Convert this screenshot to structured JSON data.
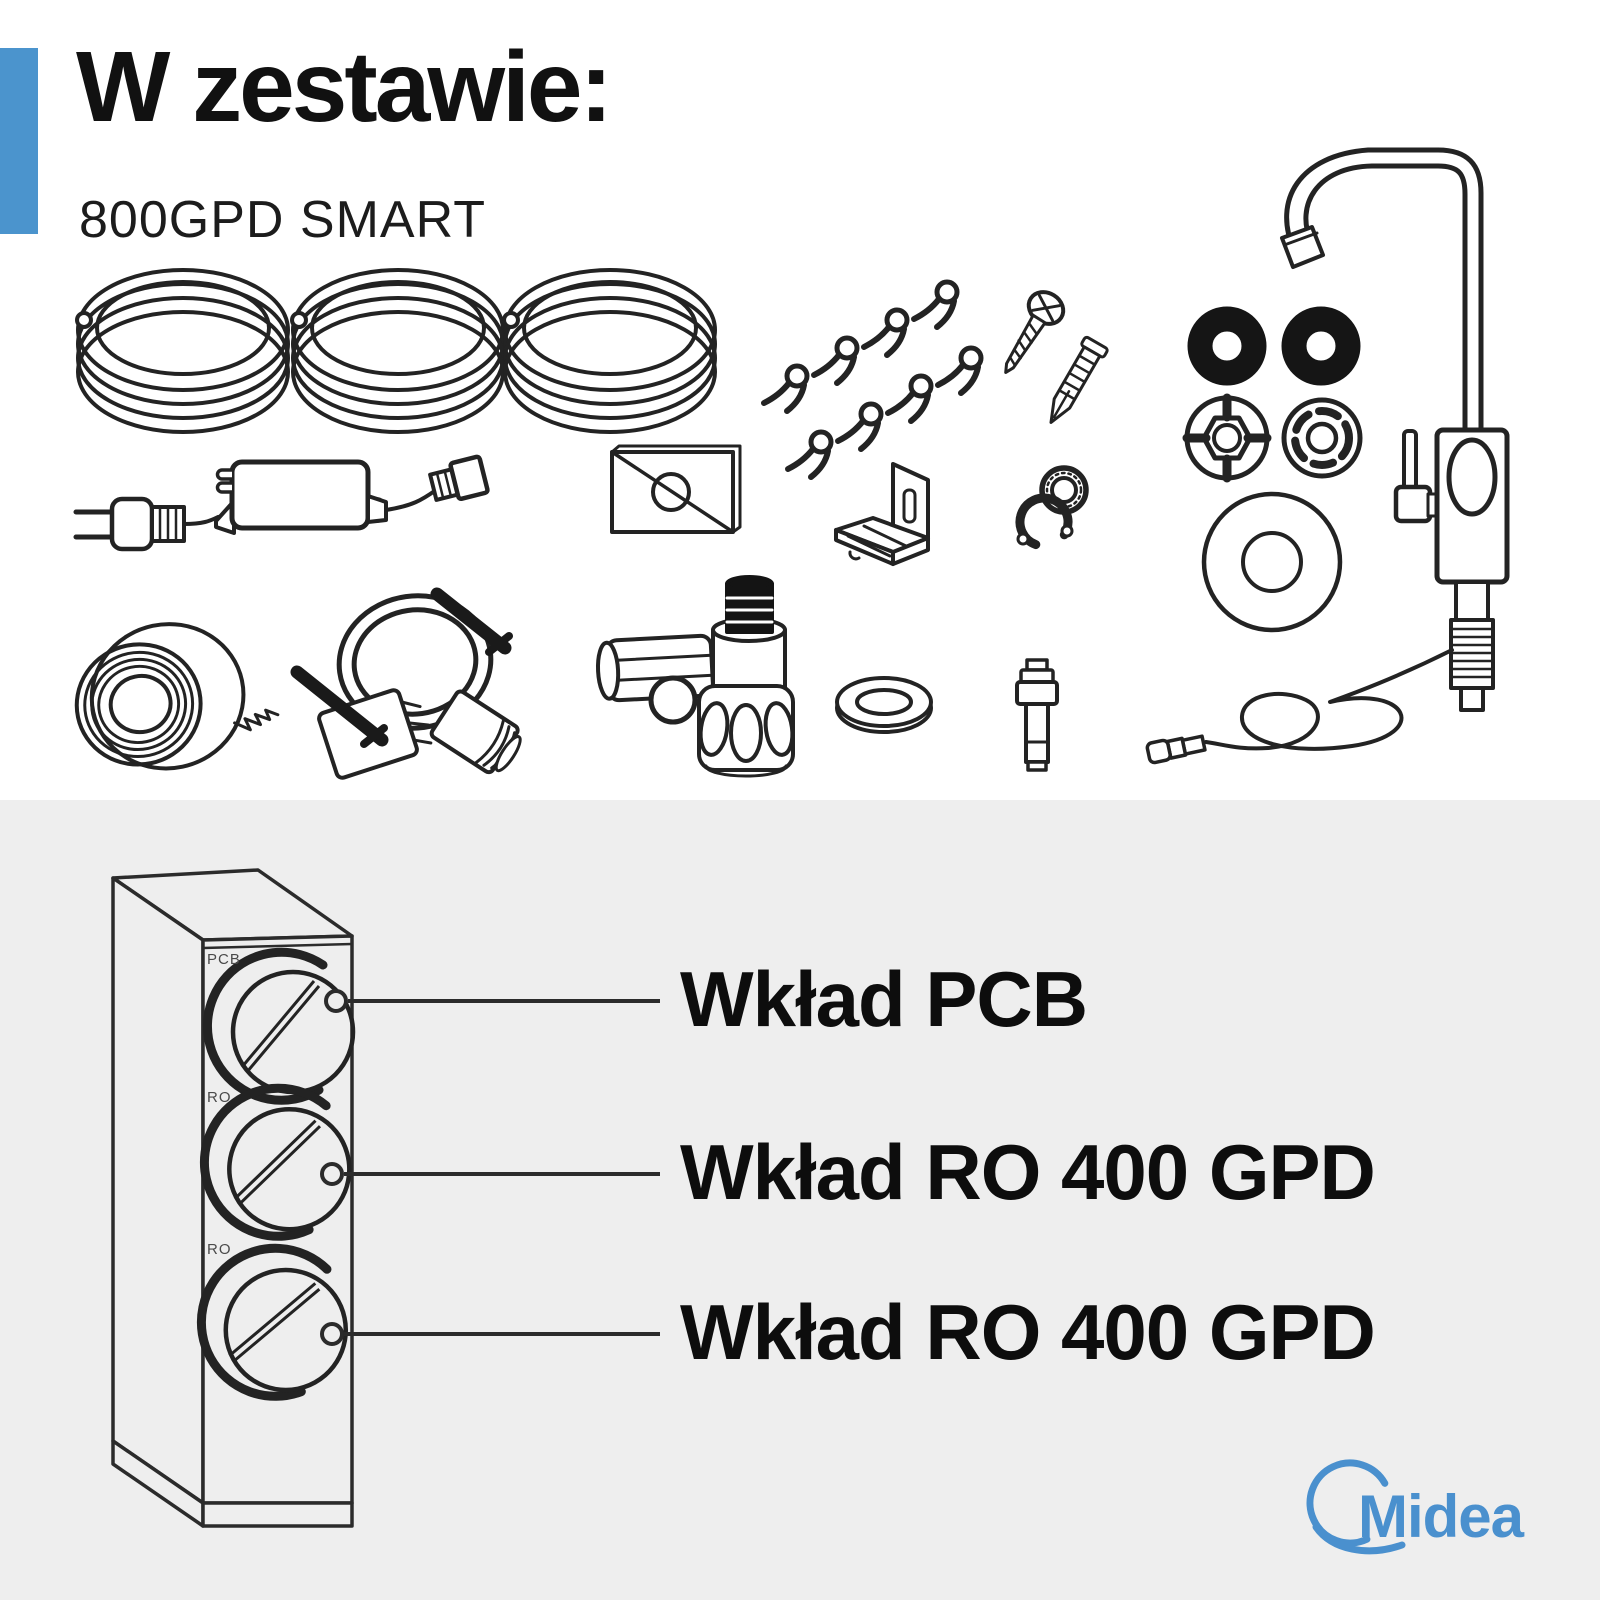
{
  "header": {
    "title": "W zestawie:",
    "subtitle": "800GPD SMART"
  },
  "colors": {
    "accent_bar": "#4B94CD",
    "brand_blue": "#4A90CE",
    "section_bg": "#EEEEEE",
    "ink": "#111111",
    "line_art": "#232323"
  },
  "kit_parts": [
    "tubing-coil",
    "tubing-coil",
    "tubing-coil",
    "tube-clips-set",
    "mounting-screw",
    "wall-anchor",
    "o-ring",
    "o-ring",
    "filter-wrench-disc",
    "filter-wrench-disc",
    "escutcheon-plate",
    "faucet",
    "faucet-cable",
    "power-adapter",
    "sticker-label",
    "mounting-bracket",
    "clip-removal-wrench",
    "teflon-tape-roll",
    "drain-saddle-clamp",
    "feed-water-valve",
    "gasket-ring",
    "quick-connect-fitting"
  ],
  "diagram": {
    "port_labels": [
      "PCB",
      "RO",
      "RO"
    ],
    "callouts": [
      {
        "label": "Wkład PCB"
      },
      {
        "label": "Wkład RO 400 GPD"
      },
      {
        "label": "Wkład RO 400 GPD"
      }
    ]
  },
  "footer": {
    "brand": "Midea"
  }
}
